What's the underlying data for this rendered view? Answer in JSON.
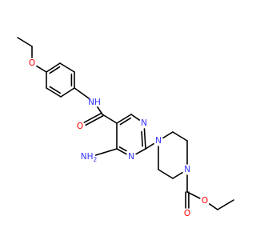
{
  "molecule": {
    "colors": {
      "carbon_bond": "#000000",
      "oxygen": "#ff0000",
      "nitrogen": "#3333ff",
      "background": "#ffffff"
    },
    "atoms": [
      {
        "id": "ethyl1_ch3",
        "label": ""
      },
      {
        "id": "ethyl1_ch2",
        "label": ""
      },
      {
        "id": "ether_o",
        "label": "O",
        "element": "O"
      },
      {
        "id": "ph_c1",
        "label": ""
      },
      {
        "id": "ph_c2",
        "label": ""
      },
      {
        "id": "ph_c3",
        "label": ""
      },
      {
        "id": "ph_c4",
        "label": ""
      },
      {
        "id": "ph_c5",
        "label": ""
      },
      {
        "id": "ph_c6",
        "label": ""
      },
      {
        "id": "amide_n",
        "label": "NH",
        "element": "N"
      },
      {
        "id": "amide_c",
        "label": ""
      },
      {
        "id": "amide_o",
        "label": "O",
        "element": "O"
      },
      {
        "id": "pyr_c5",
        "label": ""
      },
      {
        "id": "pyr_c6",
        "label": ""
      },
      {
        "id": "pyr_n1",
        "label": "N",
        "element": "N"
      },
      {
        "id": "pyr_c2",
        "label": ""
      },
      {
        "id": "pyr_n3",
        "label": "N",
        "element": "N"
      },
      {
        "id": "pyr_c4",
        "label": ""
      },
      {
        "id": "amino_n",
        "label": "NH",
        "sub": "2",
        "element": "N"
      },
      {
        "id": "pip_n1",
        "label": "N",
        "element": "N"
      },
      {
        "id": "pip_c2",
        "label": ""
      },
      {
        "id": "pip_c3",
        "label": ""
      },
      {
        "id": "pip_n4",
        "label": "N",
        "element": "N"
      },
      {
        "id": "pip_c5",
        "label": ""
      },
      {
        "id": "pip_c6",
        "label": ""
      },
      {
        "id": "carb_c",
        "label": ""
      },
      {
        "id": "carb_o_dbl",
        "label": "O",
        "element": "O"
      },
      {
        "id": "carb_o_ester",
        "label": "O",
        "element": "O"
      },
      {
        "id": "ethyl2_ch2",
        "label": ""
      },
      {
        "id": "ethyl2_ch3",
        "label": ""
      }
    ]
  }
}
